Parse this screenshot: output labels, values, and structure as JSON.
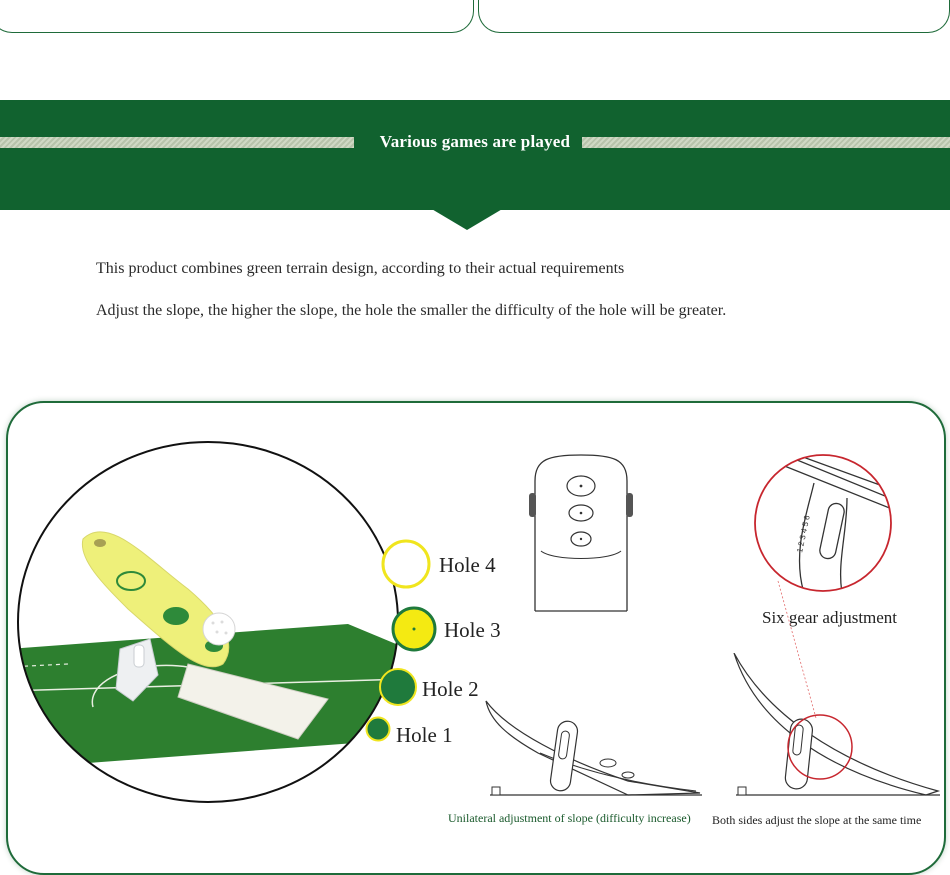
{
  "banner": {
    "title": "Various games are played"
  },
  "description": {
    "line1": "This product combines green terrain design, according to their actual requirements",
    "line2": "Adjust the slope, the higher the slope, the hole the smaller the difficulty of the hole will be greater."
  },
  "legend": {
    "holes": [
      {
        "label": "Hole 4",
        "color": "#ffffff"
      },
      {
        "label": "Hole 3",
        "color": "#f4ea12"
      },
      {
        "label": "Hole 2",
        "color": "#1f7a3c"
      },
      {
        "label": "Hole 1",
        "color": "#1f7a3c"
      }
    ]
  },
  "diagram": {
    "gear_scale": "1 2 3 4 5 6",
    "gear_label": "Six gear adjustment",
    "caption_left": "Unilateral adjustment of slope (difficulty increase)",
    "caption_right": "Both sides adjust the slope at the same time"
  },
  "colors": {
    "brand_green": "#11622f",
    "outline_red": "#c7262e",
    "ramp_yellow": "#eef07a",
    "turf_green": "#2d7f2f"
  }
}
